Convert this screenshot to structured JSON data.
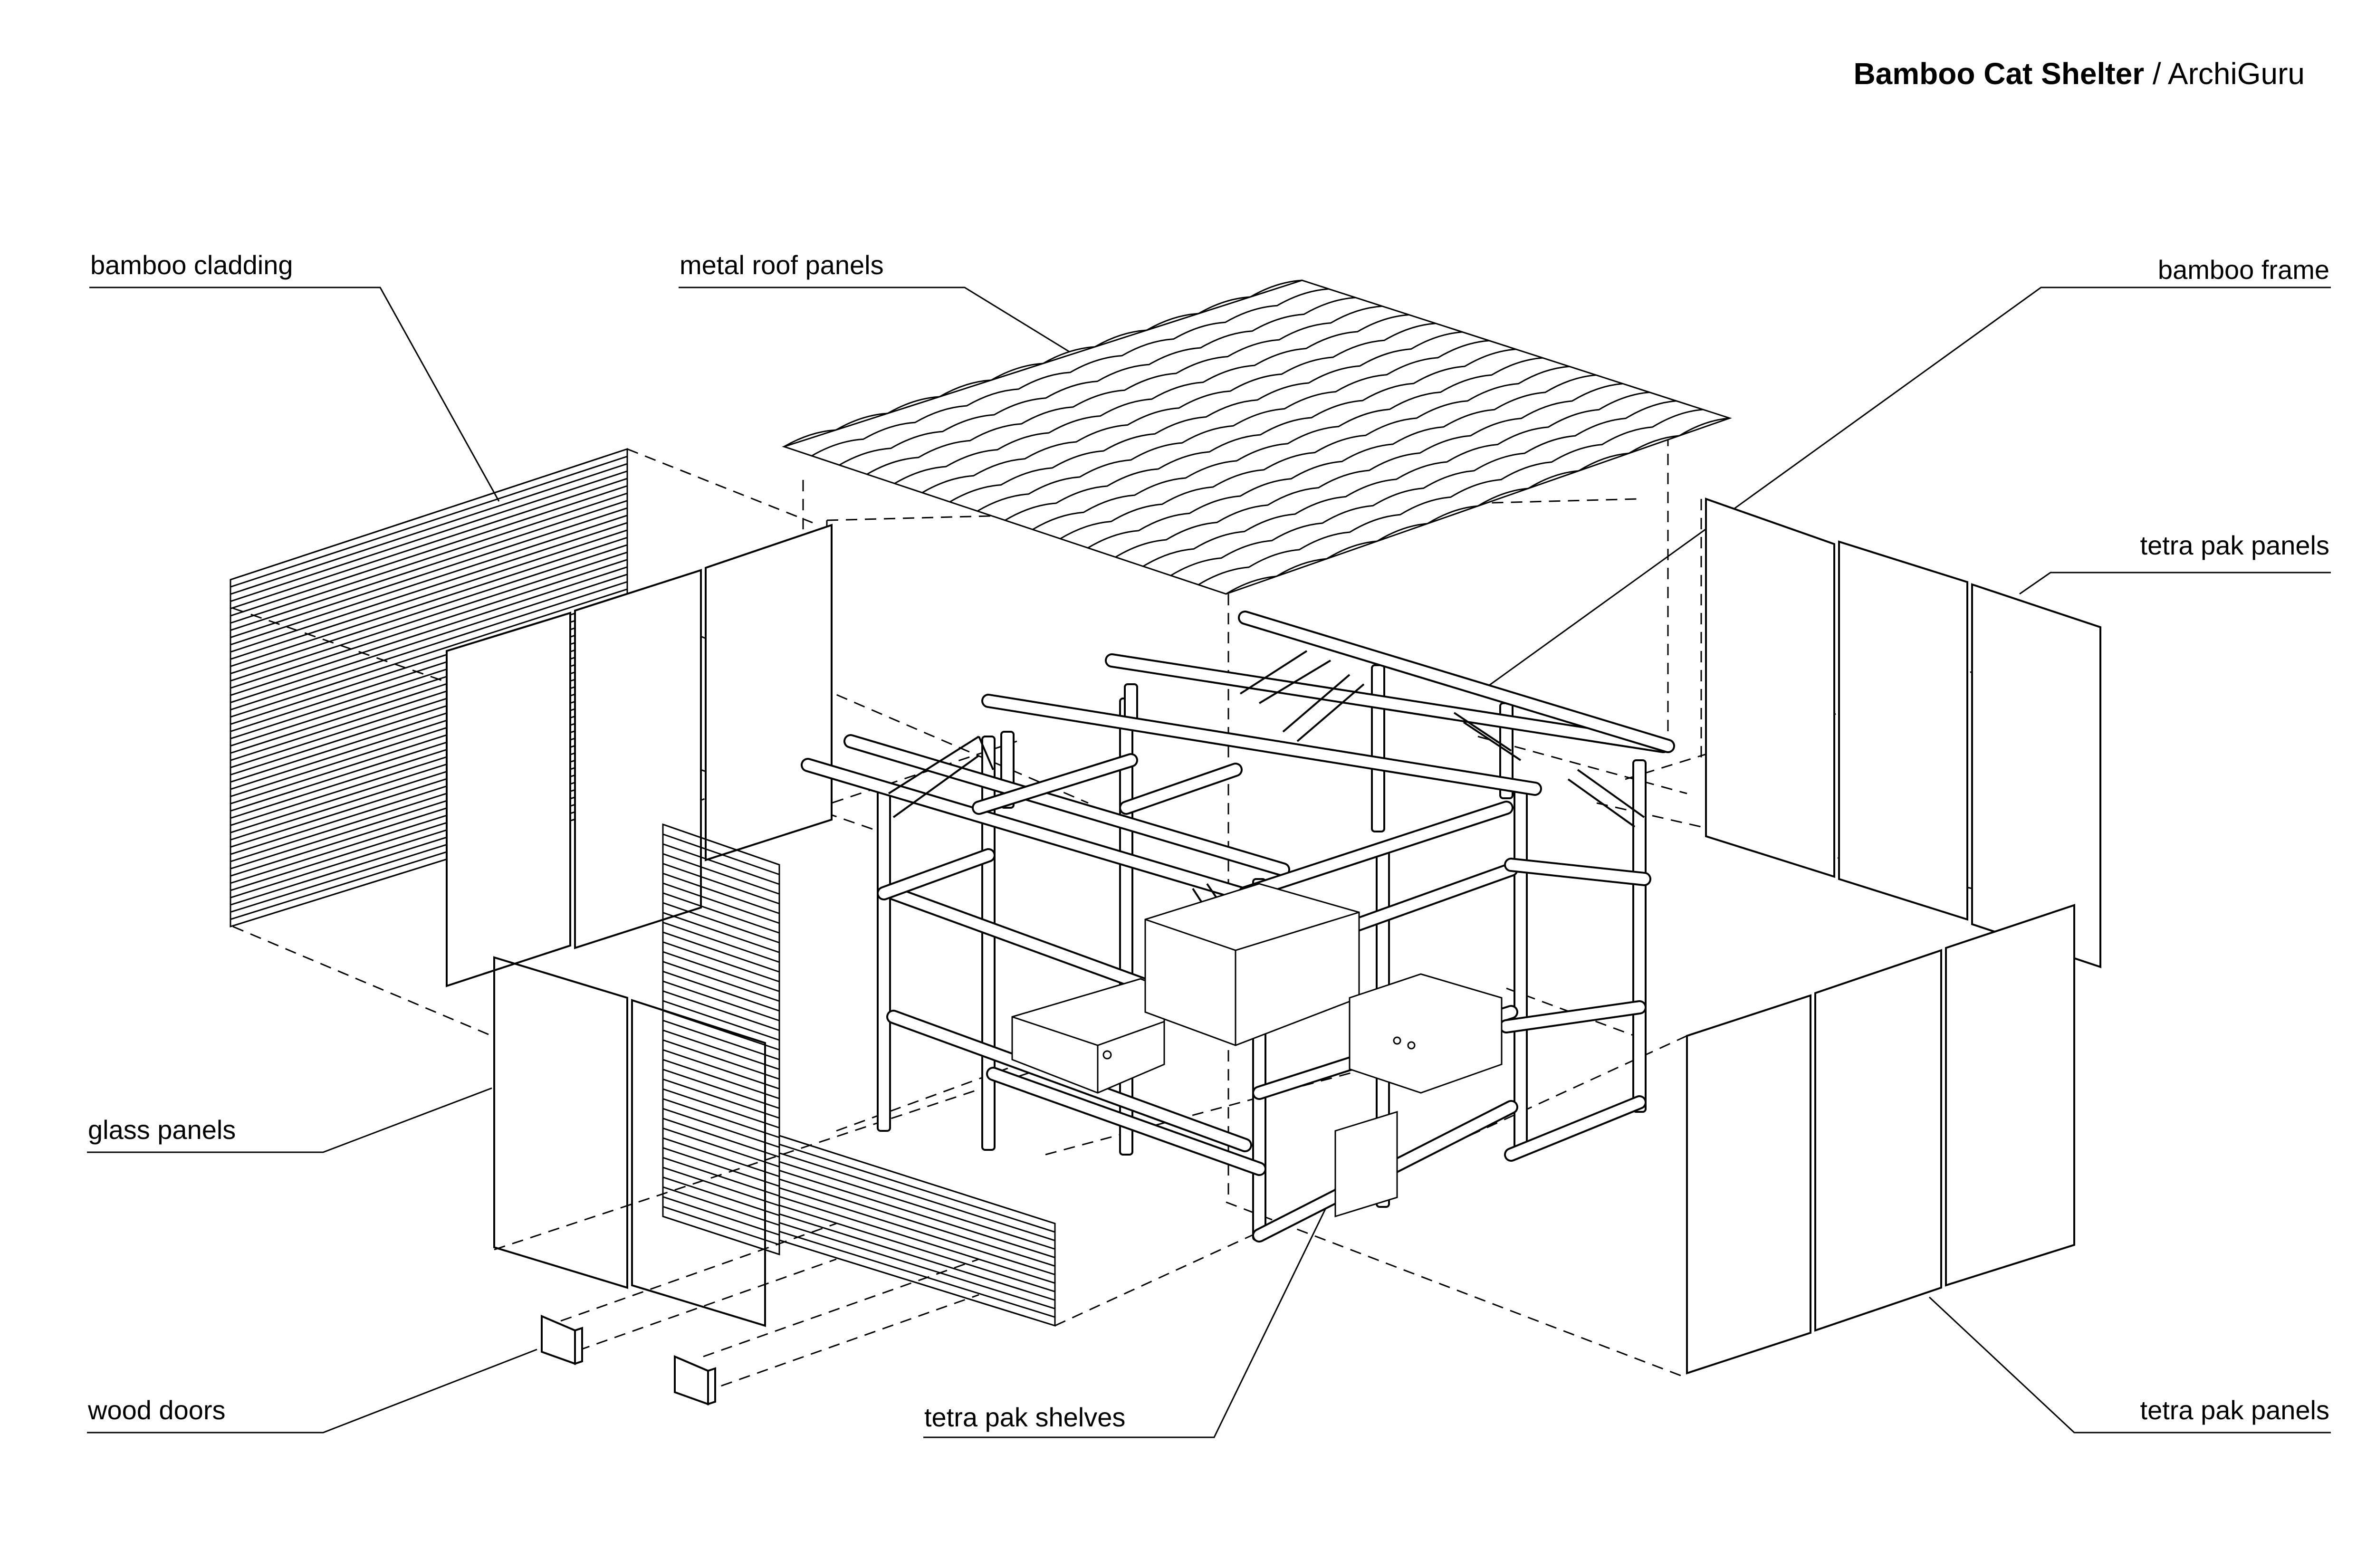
{
  "header": {
    "title_bold": "Bamboo Cat Shelter",
    "title_separator": " / ",
    "title_author": "ArchiGuru"
  },
  "labels": {
    "bamboo_cladding": "bamboo cladding",
    "metal_roof_panels": "metal roof panels",
    "bamboo_frame": "bamboo frame",
    "tetra_pak_panels_top": "tetra pak panels",
    "glass_panels": "glass panels",
    "wood_doors": "wood doors",
    "tetra_pak_shelves": "tetra pak shelves",
    "tetra_pak_panels_bottom": "tetra pak panels"
  },
  "colors": {
    "ink": "#000000",
    "background": "#ffffff"
  }
}
